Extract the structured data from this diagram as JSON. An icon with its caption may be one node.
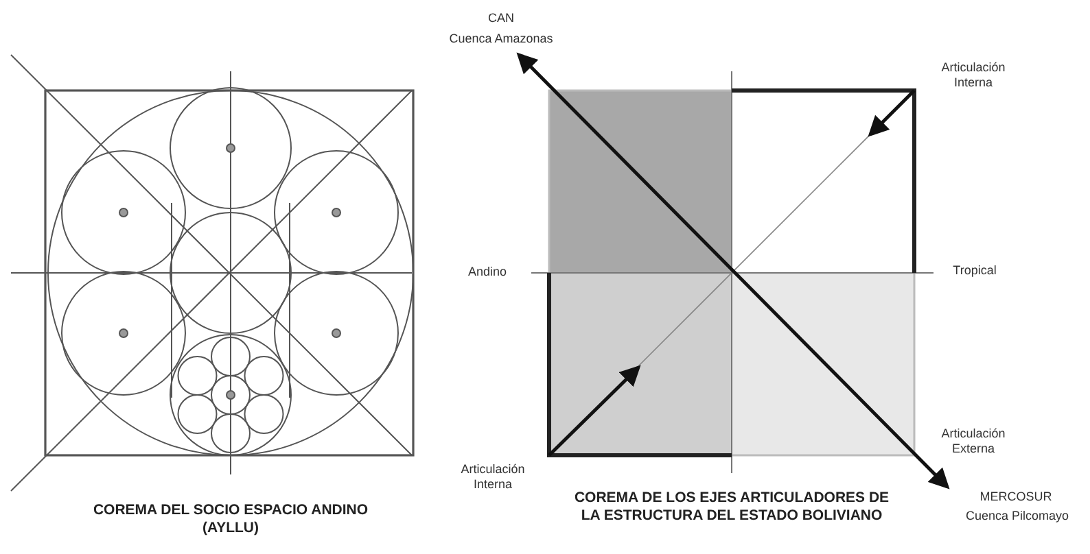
{
  "diagram": {
    "labels": [
      "CAN",
      "Cuenca Amazonas",
      "Articulación Interna",
      "Andino",
      "Tropical",
      "Articulación Externa",
      "Articulación Interna",
      "MERCOSUR",
      "Cuenca Pilcomayo",
      "COREMA DEL SOCIO ESPACIO ANDINO (AYLLU)",
      "COREMA DE LOS EJES ARTICULADORES DE LA ESTRUCTURA DEL ESTADO BOLIVIANO"
    ]
  }
}
